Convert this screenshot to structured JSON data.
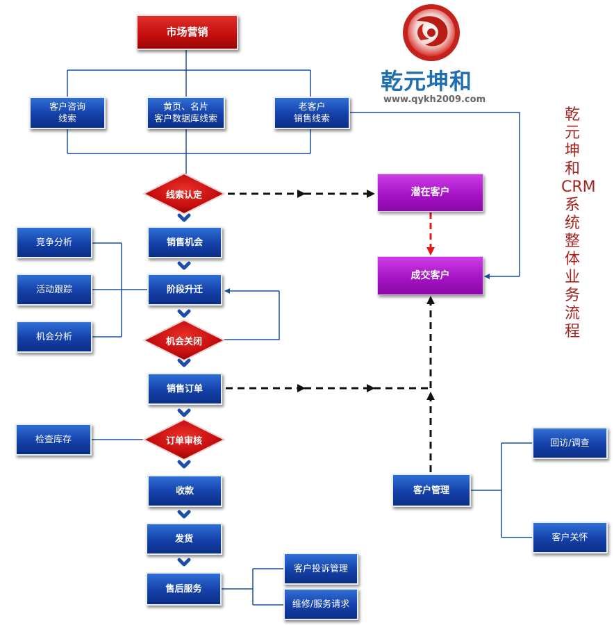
{
  "title": "乾元坤和CRM系统整体业务流程",
  "brand": {
    "name": "乾元坤和",
    "url": "www.qykh2009.com"
  },
  "colors": {
    "blue": "#1440a8",
    "red": "#c40d0d",
    "purple": "#a212c2",
    "title": "#a5231f",
    "connector": "#1a4fa0"
  },
  "nodes": {
    "market": "市场营销",
    "consult": [
      "客户咨询",
      "线索"
    ],
    "yellow": [
      "黄页、名片",
      "客户数据库线索"
    ],
    "old": [
      "老客户",
      "销售线索"
    ],
    "lead_confirm": "线索认定",
    "opportunity": "销售机会",
    "stage": "阶段升迁",
    "opp_close": "机会关闭",
    "order": "销售订单",
    "order_review": "订单审核",
    "payment": "收款",
    "shipping": "发货",
    "after_sales": "售后服务",
    "competition": "竞争分析",
    "activity": "活动跟踪",
    "opp_analysis": "机会分析",
    "inventory": "检查库存",
    "potential": "潜在客户",
    "deal": "成交客户",
    "cust_mgmt": "客户管理",
    "revisit": "回访/调查",
    "care": "客户关怀",
    "complaint": "客户投诉管理",
    "repair": "维修/服务请求"
  }
}
